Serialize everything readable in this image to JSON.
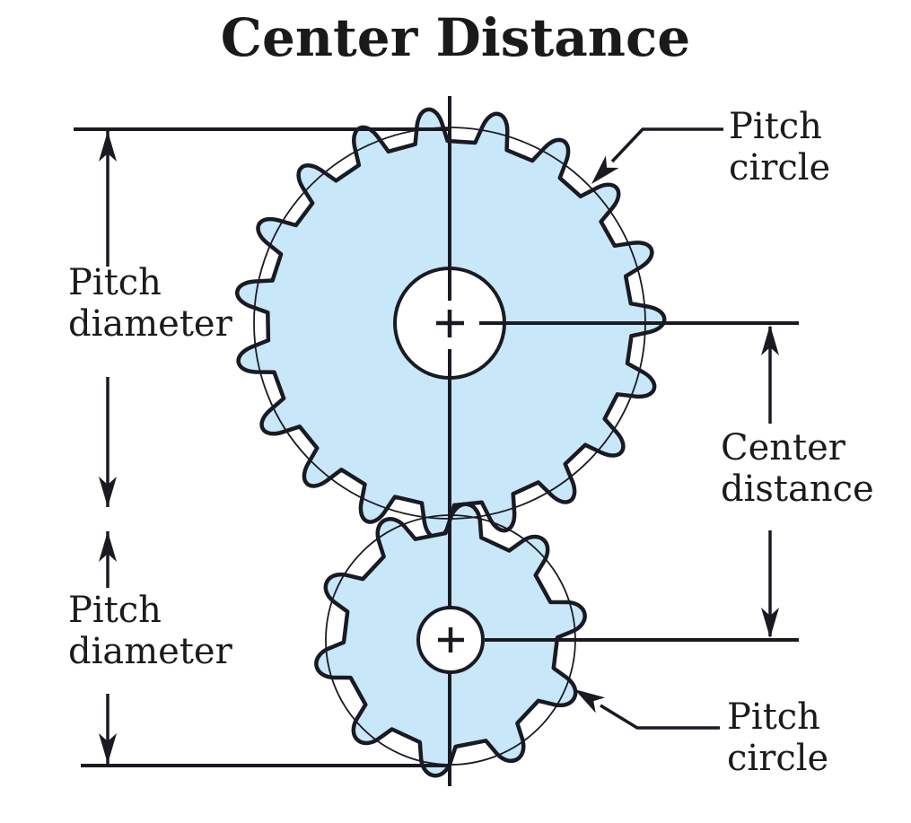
{
  "title": "Center Distance",
  "labels": {
    "pitch_circle_top": {
      "line1": "Pitch",
      "line2": "circle"
    },
    "pitch_diameter_upper": {
      "line1": "Pitch",
      "line2": "diameter"
    },
    "pitch_diameter_lower": {
      "line1": "Pitch",
      "line2": "diameter"
    },
    "center_distance": {
      "line1": "Center",
      "line2": "distance"
    },
    "pitch_circle_bottom": {
      "line1": "Pitch",
      "line2": "circle"
    }
  },
  "diagram": {
    "large_gear": {
      "teeth": 19,
      "fill": "#c8e7f9"
    },
    "small_gear": {
      "teeth": 10,
      "fill": "#c8e7f9"
    },
    "line_color": "#1a1a22",
    "text_color": "#1b1b1b",
    "background": "#ffffff"
  }
}
